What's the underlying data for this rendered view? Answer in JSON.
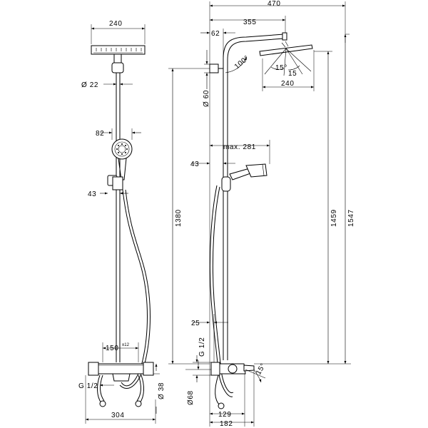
{
  "front_view": {
    "d_240": "240",
    "d_22": "Ø 22",
    "d_82": "82",
    "d_43": "43",
    "d_150": "150",
    "d_150_tol": "±12",
    "d_g12": "G 1/2",
    "d_38": "Ø 38",
    "d_304": "304"
  },
  "side_view": {
    "d_470": "470",
    "d_355": "355",
    "d_62": "62",
    "d_100deg": "100°",
    "d_15deg_a": "15°",
    "d_15_b": "15",
    "d_240": "240",
    "d_60": "Ø 60",
    "d_max281": "max. 281",
    "d_43": "43",
    "d_1380": "1380",
    "d_1459": "1459",
    "d_1547": "1547",
    "d_25": "25",
    "d_g12": "G 1/2",
    "d_68": "Ø68",
    "d_15deg_spout": "15°",
    "d_129": "129",
    "d_182": "182"
  }
}
